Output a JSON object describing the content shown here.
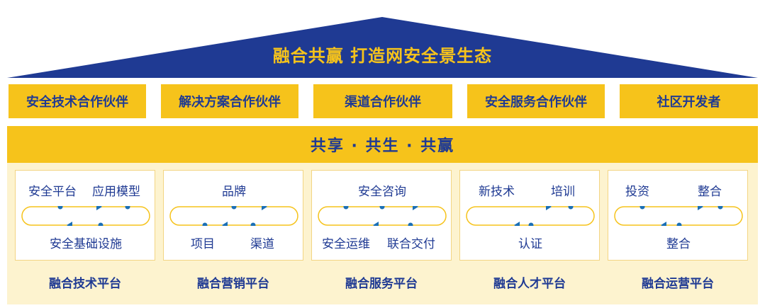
{
  "roof_title": "融合共赢  打造网安全景生态",
  "partners": [
    "安全技术合作伙伴",
    "解决方案合作伙伴",
    "渠道合作伙伴",
    "安全服务合作伙伴",
    "社区开发者"
  ],
  "band_text": "共享 · 共生 · 共赢",
  "platforms": [
    {
      "top_left": "安全平台",
      "top_right": "应用模型",
      "top_center": "",
      "bottom_left": "",
      "bottom_right": "",
      "bottom_center": "安全基础设施",
      "title": "融合技术平台"
    },
    {
      "top_left": "",
      "top_right": "",
      "top_center": "品牌",
      "bottom_left": "项目",
      "bottom_right": "渠道",
      "bottom_center": "",
      "title": "融合营销平台"
    },
    {
      "top_left": "",
      "top_right": "",
      "top_center": "安全咨询",
      "bottom_left": "安全运维",
      "bottom_right": "联合交付",
      "bottom_center": "",
      "title": "融合服务平台"
    },
    {
      "top_left": "新技术",
      "top_right": "培训",
      "top_center": "",
      "bottom_left": "",
      "bottom_right": "",
      "bottom_center": "认证",
      "title": "融合人才平台"
    },
    {
      "top_left": "投资",
      "top_right": "整合",
      "top_center": "",
      "bottom_left": "",
      "bottom_right": "",
      "bottom_center": "整合",
      "title": "融合运营平台"
    }
  ],
  "colors": {
    "navy": "#1f3a93",
    "gold": "#f6c31b",
    "cream": "#fdf3cf",
    "dot": "#1a6fb5"
  }
}
